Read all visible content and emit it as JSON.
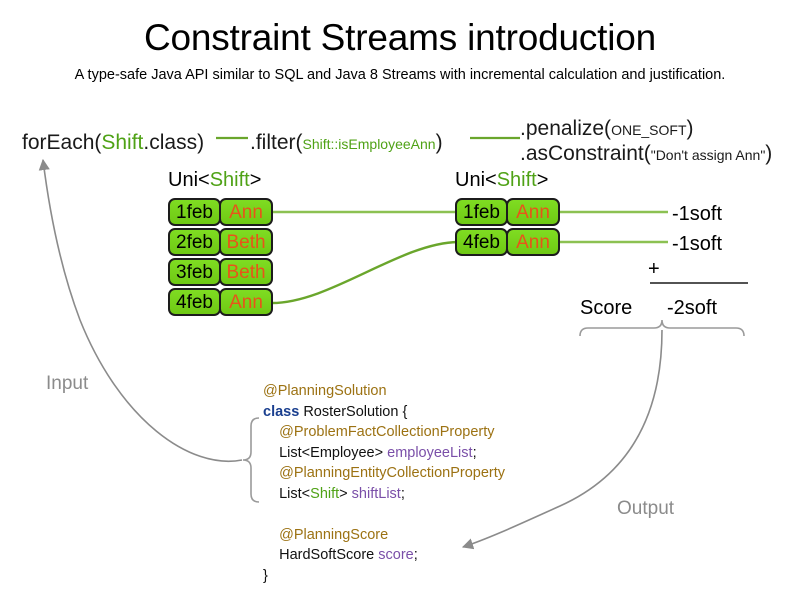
{
  "header": {
    "title": "Constraint Streams introduction",
    "subtitle": "A type-safe Java API similar to SQL and Java 8 Streams with incremental calculation and justification."
  },
  "stream_expression": {
    "for_each": {
      "method": "forEach(",
      "type": "Shift",
      "tail": ".class)"
    },
    "filter": {
      "method": ".filter(",
      "arg": "Shift::isEmployeeAnn",
      "tail": ")"
    },
    "penalize": {
      "method": ".penalize(",
      "arg": "ONE_SOFT",
      "tail": ")"
    },
    "as_constraint": {
      "method": ".asConstraint(",
      "arg": "\"Don't assign Ann\"",
      "tail": ")"
    }
  },
  "streams": {
    "left": {
      "caption_prefix": "Uni<",
      "caption_type": "Shift",
      "caption_suffix": ">",
      "rows": [
        {
          "date": "1feb",
          "employee": "Ann"
        },
        {
          "date": "2feb",
          "employee": "Beth"
        },
        {
          "date": "3feb",
          "employee": "Beth"
        },
        {
          "date": "4feb",
          "employee": "Ann"
        }
      ]
    },
    "right": {
      "caption_prefix": "Uni<",
      "caption_type": "Shift",
      "caption_suffix": ">",
      "rows": [
        {
          "date": "1feb",
          "employee": "Ann",
          "penalty": "-1soft"
        },
        {
          "date": "4feb",
          "employee": "Ann",
          "penalty": "-1soft"
        }
      ]
    }
  },
  "score_summary": {
    "operator": "+",
    "label": "Score",
    "total": "-2soft"
  },
  "flow_captions": {
    "input": "Input",
    "output": "Output"
  },
  "code": {
    "lines": [
      {
        "segments": [
          {
            "text": "@PlanningSolution",
            "style": "ann"
          }
        ]
      },
      {
        "segments": [
          {
            "text": "class ",
            "style": "kw"
          },
          {
            "text": "RosterSolution {",
            "style": "plain"
          }
        ]
      },
      {
        "segments": [
          {
            "text": "    @ProblemFactCollectionProperty",
            "style": "ann"
          }
        ]
      },
      {
        "segments": [
          {
            "text": "    List<Employee> ",
            "style": "plain"
          },
          {
            "text": "employeeList",
            "style": "fld"
          },
          {
            "text": ";",
            "style": "plain"
          }
        ]
      },
      {
        "segments": [
          {
            "text": "    @PlanningEntityCollectionProperty",
            "style": "ann"
          }
        ]
      },
      {
        "segments": [
          {
            "text": "    List<",
            "style": "plain"
          },
          {
            "text": "Shift",
            "style": "typ"
          },
          {
            "text": "> ",
            "style": "plain"
          },
          {
            "text": "shiftList",
            "style": "fld"
          },
          {
            "text": ";",
            "style": "plain"
          }
        ]
      },
      {
        "segments": [
          {
            "text": " ",
            "style": "plain"
          }
        ]
      },
      {
        "segments": [
          {
            "text": "    @PlanningScore",
            "style": "ann"
          }
        ]
      },
      {
        "segments": [
          {
            "text": "    HardSoftScore ",
            "style": "plain"
          },
          {
            "text": "score",
            "style": "fld"
          },
          {
            "text": ";",
            "style": "plain"
          }
        ]
      },
      {
        "segments": [
          {
            "text": "}",
            "style": "plain"
          }
        ]
      }
    ]
  },
  "colors": {
    "chip_fill": "#73d216",
    "chip_border": "#1c1c1c",
    "employee_text": "#e8541a",
    "type_green": "#4fa216",
    "connector_green": "#8cc152",
    "annotation_gold": "#9c7213",
    "keyword_blue": "#1a3f8f",
    "field_purple": "#7a4fa8",
    "flow_gray": "#8b8b8b"
  }
}
